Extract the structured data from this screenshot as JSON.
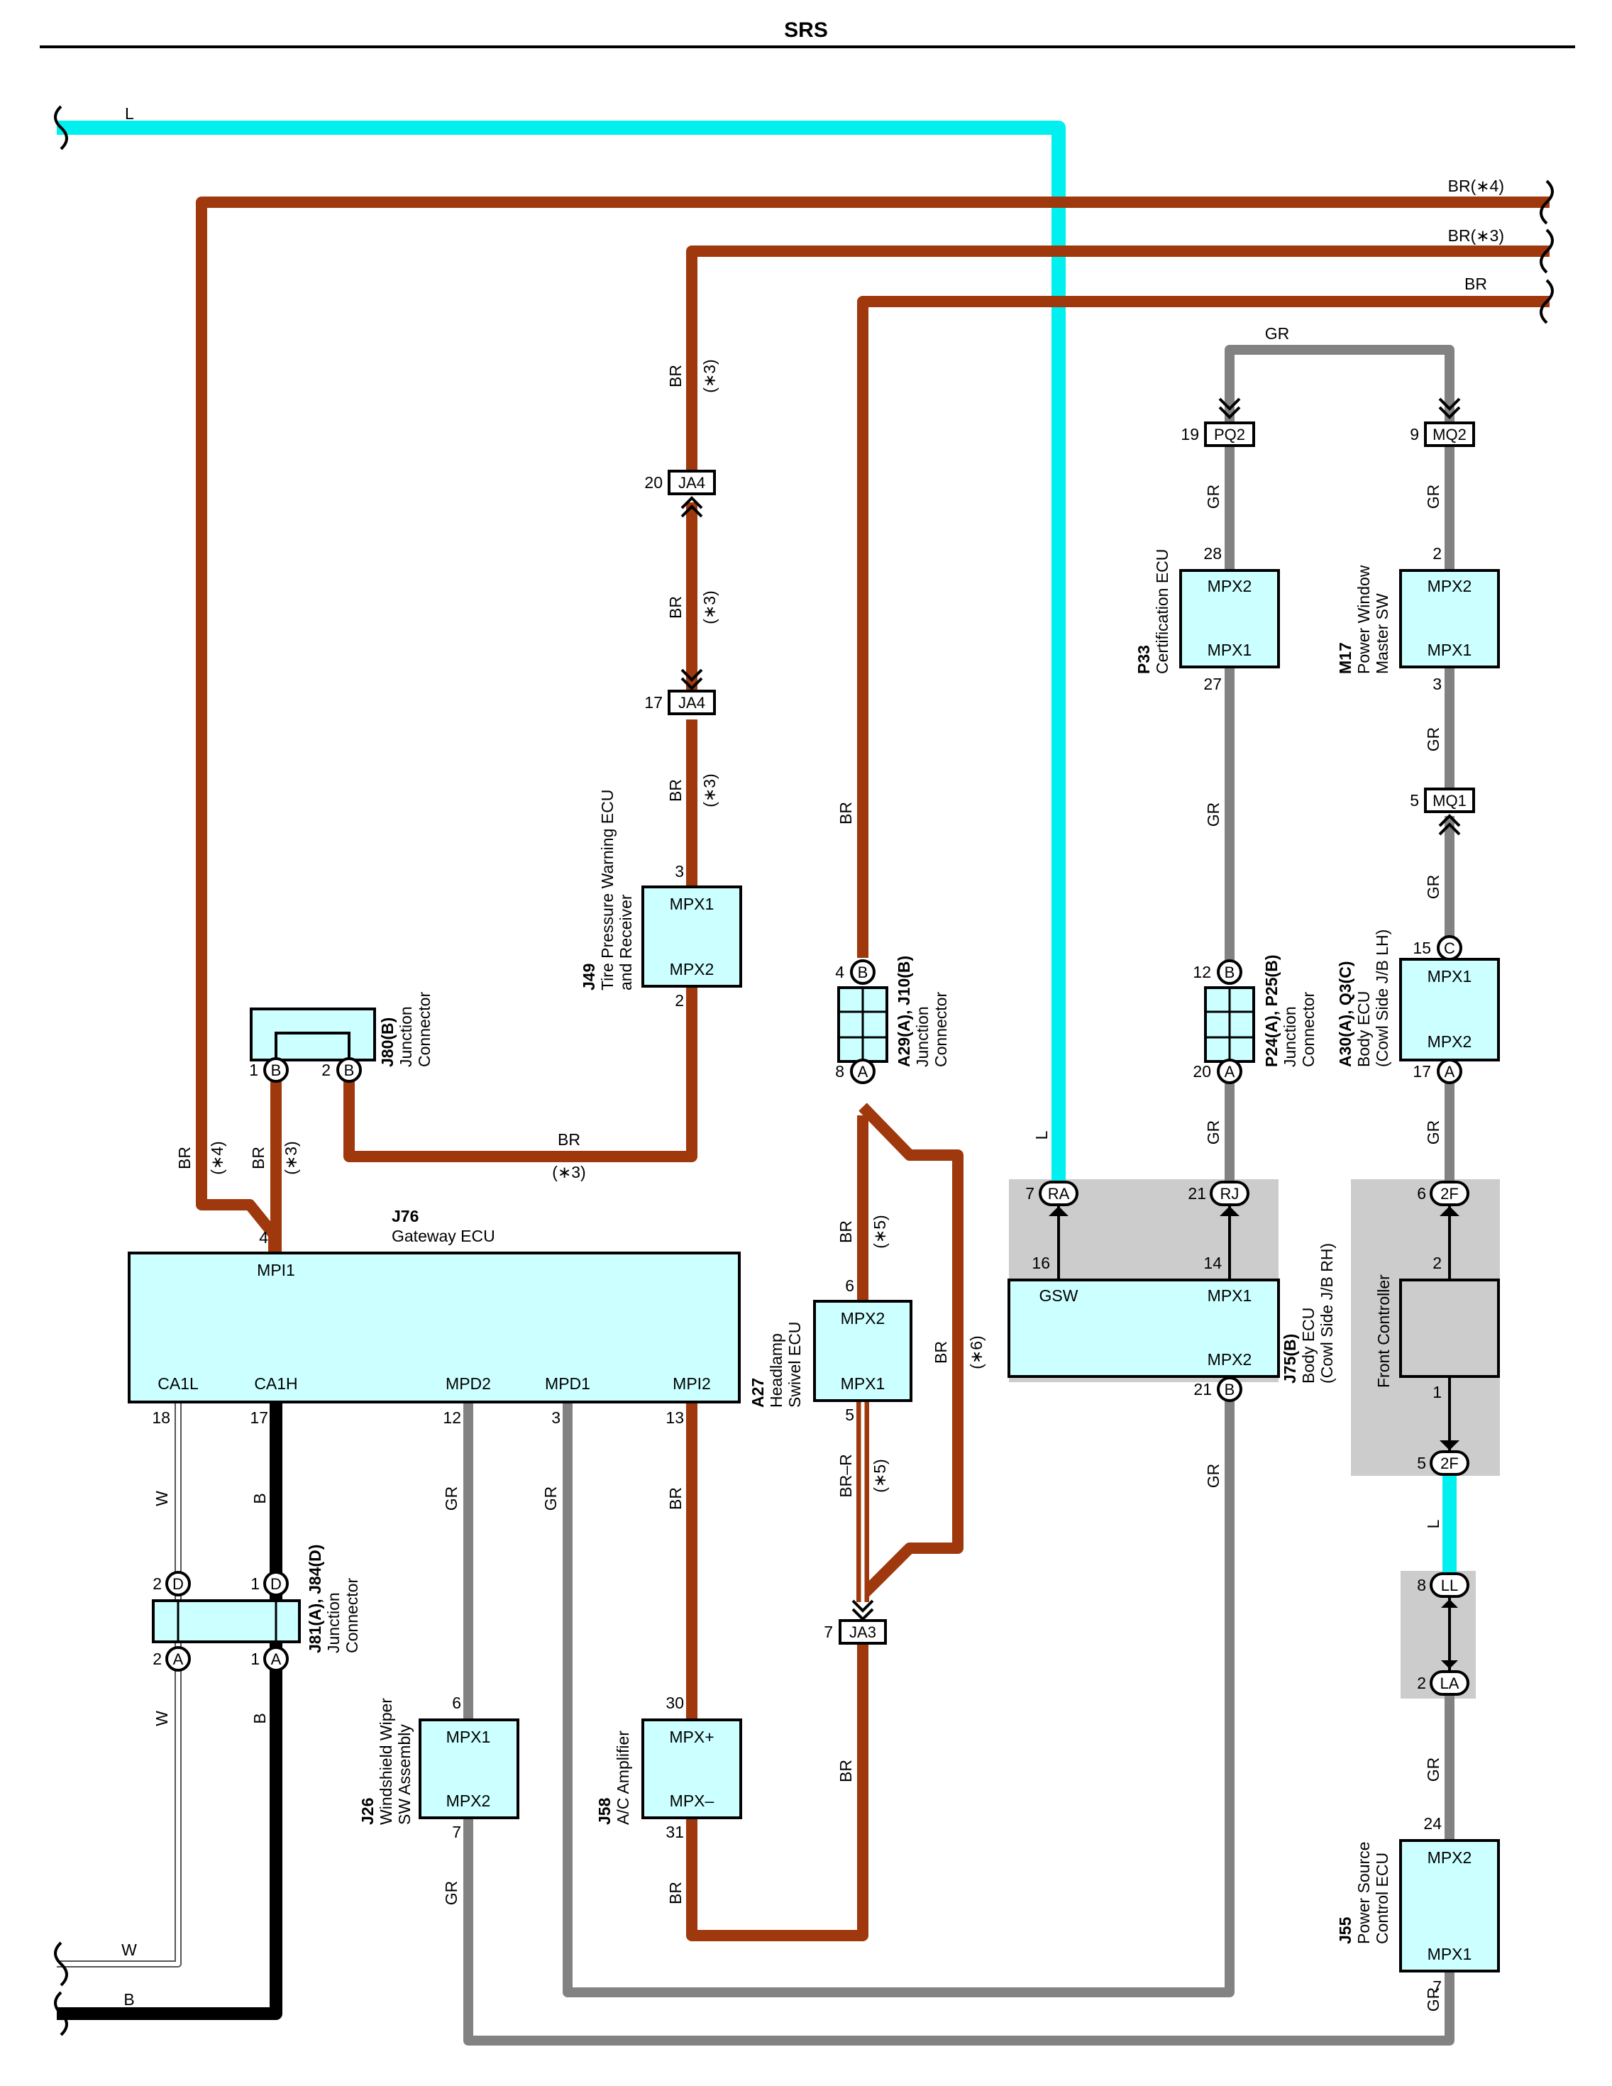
{
  "page_title": "SRS",
  "colors": {
    "L": "#00f0f0",
    "BR": "#a0380e",
    "GR": "#828282",
    "B": "#000000",
    "W": "#ffffff",
    "BR_R": "#a0380e",
    "component_fill": "#ccffff",
    "shade": "#cccccc"
  },
  "wire_labels": {
    "L": "L",
    "BR": "BR",
    "GR": "GR",
    "B": "B",
    "W": "W",
    "BR_R": "BR–R",
    "n3": "(∗3)",
    "n4": "(∗4)",
    "n5": "(∗5)",
    "n6": "(∗6)",
    "br_n4": "BR(∗4)",
    "br_n3": "BR(∗3)"
  },
  "components": {
    "j76": {
      "code": "J76",
      "name": "Gateway ECU",
      "pins": [
        "MPI1",
        "CA1L",
        "CA1H",
        "MPD2",
        "MPD1",
        "MPI2"
      ]
    },
    "j49": {
      "code": "J49",
      "name1": "Tire Pressure Warning ECU",
      "name2": "and Receiver",
      "pins": [
        "MPX1",
        "MPX2"
      ]
    },
    "j80": {
      "code": "J80(B)",
      "name1": "Junction",
      "name2": "Connector"
    },
    "a29": {
      "code": "A29(A), J10(B)",
      "name1": "Junction",
      "name2": "Connector"
    },
    "a27": {
      "code": "A27",
      "name1": "Headlamp",
      "name2": "Swivel ECU",
      "pins": [
        "MPX2",
        "MPX1"
      ]
    },
    "p33": {
      "code": "P33",
      "name": "Certification ECU",
      "pins": [
        "MPX2",
        "MPX1"
      ]
    },
    "m17": {
      "code": "M17",
      "name1": "Power Window",
      "name2": "Master SW",
      "pins": [
        "MPX2",
        "MPX1"
      ]
    },
    "p24": {
      "code": "P24(A), P25(B)",
      "name1": "Junction",
      "name2": "Connector"
    },
    "a30": {
      "code": "A30(A), Q3(C)",
      "name1": "Body ECU",
      "name2": "(Cowl Side J/B LH)",
      "pins": [
        "MPX1",
        "MPX2"
      ]
    },
    "j75": {
      "code": "J75(B)",
      "name1": "Body ECU",
      "name2": "(Cowl Side J/B RH)",
      "pins": [
        "GSW",
        "MPX1",
        "MPX2"
      ]
    },
    "fc": {
      "name": "Front Controller"
    },
    "j81": {
      "code": "J81(A), J84(D)",
      "name1": "Junction",
      "name2": "Connector"
    },
    "j26": {
      "code": "J26",
      "name1": "Windshield Wiper",
      "name2": "SW Assembly",
      "pins": [
        "MPX1",
        "MPX2"
      ]
    },
    "j58": {
      "code": "J58",
      "name": "A/C Amplifier",
      "pins": [
        "MPX+",
        "MPX–"
      ]
    },
    "j55": {
      "code": "J55",
      "name1": "Power Source",
      "name2": "Control ECU",
      "pins": [
        "MPX2",
        "MPX1"
      ]
    }
  },
  "connectors": {
    "ja4": "JA4",
    "ja3": "JA3",
    "pq2": "PQ2",
    "mq2": "MQ2",
    "mq1": "MQ1",
    "ra": "RA",
    "rj": "RJ",
    "f2": "2F",
    "ll": "LL",
    "la": "LA",
    "A": "A",
    "B": "B",
    "C": "C",
    "D": "D"
  },
  "pin_numbers": {
    "ja4_top": "20",
    "ja4_bot": "17",
    "j49_in": "3",
    "j49_out": "2",
    "j80_1": "1",
    "j80_2": "2",
    "j76_mpi1": "4",
    "ca1l": "18",
    "ca1h": "17",
    "mpd2": "12",
    "mpd1": "3",
    "mpi2": "13",
    "j81_d2": "2",
    "j81_d1": "1",
    "j81_a2": "2",
    "j81_a1": "1",
    "j26_in": "6",
    "j26_out": "7",
    "j58_in": "30",
    "j58_out": "31",
    "a29_top": "4",
    "a29_bot": "8",
    "a27_in": "6",
    "a27_out": "5",
    "ja3": "7",
    "ra": "7",
    "gsw": "16",
    "rj": "21",
    "j75_mpx1": "14",
    "j75_mpx2": "21",
    "pq2": "19",
    "p33_in": "28",
    "p33_out": "27",
    "p24_top": "12",
    "p24_bot": "20",
    "mq2": "9",
    "m17_in": "2",
    "m17_out": "3",
    "mq1": "5",
    "a30_in": "15",
    "a30_out": "17",
    "f2_top": "6",
    "fc_2": "2",
    "fc_1": "1",
    "f2_bot": "5",
    "ll": "8",
    "la": "2",
    "j55_in": "24",
    "j55_out": "7"
  }
}
